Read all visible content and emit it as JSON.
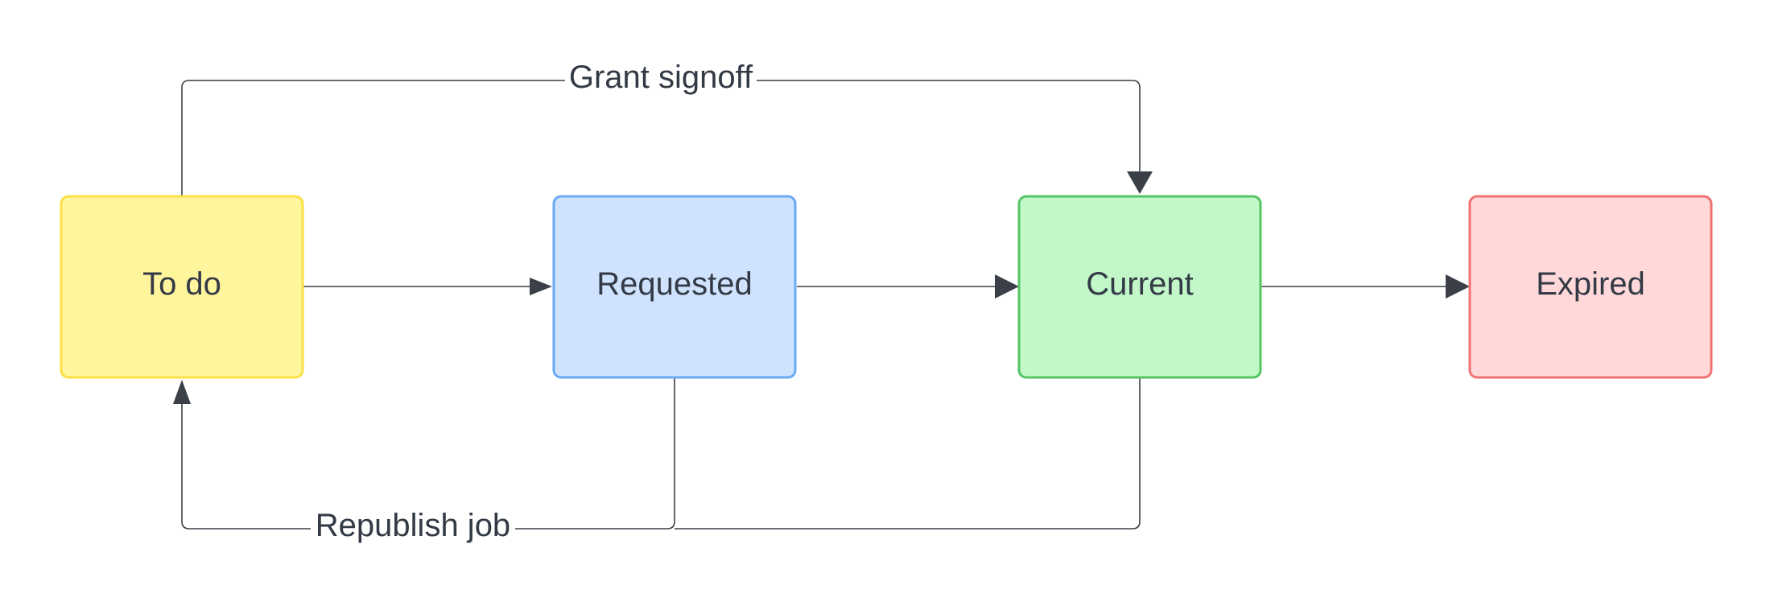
{
  "diagram": {
    "nodes": [
      {
        "id": "todo",
        "label": "To do",
        "fill": "#fff59d",
        "stroke": "#fde047"
      },
      {
        "id": "requested",
        "label": "Requested",
        "fill": "#cfe3fe",
        "stroke": "#6aaaf5"
      },
      {
        "id": "current",
        "label": "Current",
        "fill": "#c2f7c9",
        "stroke": "#55c463"
      },
      {
        "id": "expired",
        "label": "Expired",
        "fill": "#ffd9da",
        "stroke": "#f07271"
      }
    ],
    "edges": [
      {
        "from": "todo",
        "to": "requested",
        "label": ""
      },
      {
        "from": "requested",
        "to": "current",
        "label": ""
      },
      {
        "from": "current",
        "to": "expired",
        "label": ""
      },
      {
        "from": "todo",
        "to": "current",
        "label": "Grant signoff"
      },
      {
        "from": "requested",
        "to": "todo",
        "label": "Republish job"
      },
      {
        "from": "current",
        "to": "todo",
        "label": ""
      }
    ],
    "line_color": "#3a3f48",
    "text_color": "#333a45"
  }
}
